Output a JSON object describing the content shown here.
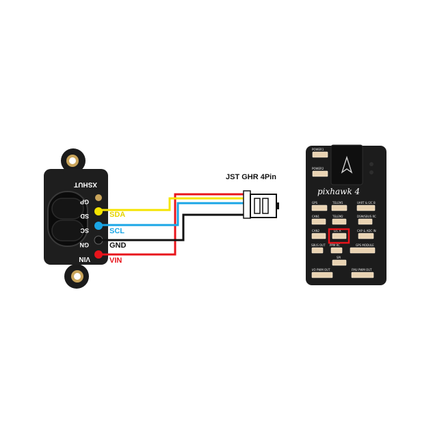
{
  "connector": {
    "label": "JST GHR 4Pin"
  },
  "sensor": {
    "pins": [
      {
        "name": "XSHUT"
      },
      {
        "name": "GPIO"
      },
      {
        "name": "SDA"
      },
      {
        "name": "SCL"
      },
      {
        "name": "GND"
      },
      {
        "name": "VIN"
      }
    ]
  },
  "wires": [
    {
      "name": "SDA",
      "color": "#f5e400"
    },
    {
      "name": "SCL",
      "color": "#1aa6e6"
    },
    {
      "name": "GND",
      "color": "#111111"
    },
    {
      "name": "VIN",
      "color": "#e8141b"
    }
  ],
  "controller": {
    "brand": "pixhawk 4",
    "port_labels": {
      "power1": "POWER1",
      "power2": "POWER2",
      "telem1": "TELEM1",
      "telem2": "TELEM2",
      "uart_i2c_b": "UART & I2C B",
      "gps": "GPS",
      "can1": "CAN1",
      "can2": "CAN2",
      "dsm_sbus_rc": "DSM/SBUS RC",
      "i2c_a": "I2C A",
      "ppm_rc": "PPM RC",
      "cap_adc_in": "CAP & ADC IN",
      "sbus_out": "SBUS OUT",
      "gps_module": "GPS MODULE",
      "spi": "SPI",
      "io_pwm_out": "I/O PWM OUT",
      "fmu_pwm_out": "FMU PWM OUT"
    },
    "highlight_color": "#e8141b"
  }
}
